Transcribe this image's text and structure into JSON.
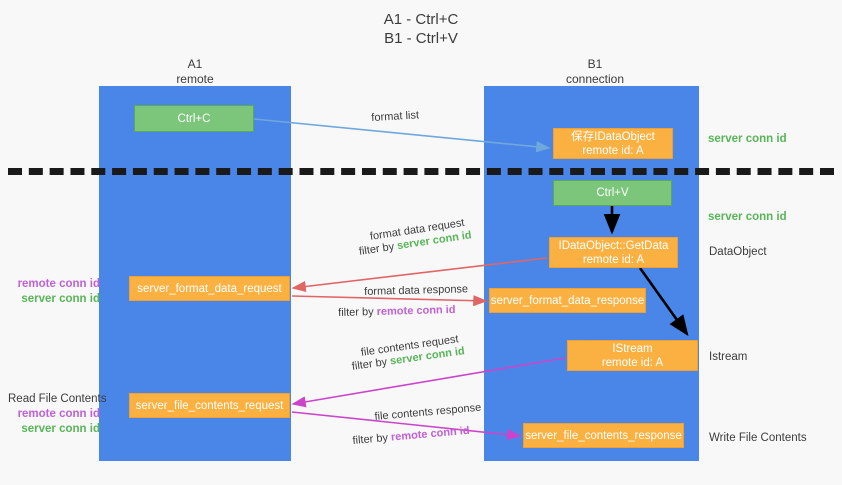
{
  "title": {
    "line1": "A1 - Ctrl+C",
    "line2": "B1 - Ctrl+V"
  },
  "lanes": [
    {
      "id": "a1",
      "name": "A1",
      "sub": "remote",
      "color": "#4a86e8"
    },
    {
      "id": "b1",
      "name": "B1",
      "sub": "connection",
      "color": "#4a86e8"
    }
  ],
  "nodes": {
    "ctrl_c": {
      "label": "Ctrl+C",
      "color": "#7cc67c"
    },
    "save_idataobject": {
      "line1": "保存IDataObject",
      "line2": "remote id: A",
      "color": "#fbb142"
    },
    "ctrl_v": {
      "label": "Ctrl+V",
      "color": "#7cc67c"
    },
    "getdata": {
      "line1": "IDataObject::GetData",
      "line2": "remote id: A",
      "color": "#fbb142"
    },
    "server_format_data_request": {
      "label": "server_format_data_request",
      "color": "#fbb142"
    },
    "server_format_data_response": {
      "label": "server_format_data_response",
      "color": "#fbb142"
    },
    "istream": {
      "line1": "IStream",
      "line2": "remote id: A",
      "color": "#fbb142"
    },
    "server_file_contents_request": {
      "label": "server_file_contents_request",
      "color": "#fbb142"
    },
    "server_file_contents_response": {
      "label": "server_file_contents_response",
      "color": "#fbb142"
    }
  },
  "edge_labels": {
    "format_list": "format list",
    "format_data_request": "format data request",
    "format_data_request_filter_prefix": "filter by ",
    "format_data_request_filter_value": "server conn id",
    "format_data_response": "format data response",
    "format_data_response_filter_prefix": "filter by ",
    "format_data_response_filter_value": "remote conn id",
    "file_contents_request": "file contents request",
    "file_contents_request_filter_prefix": "filter by ",
    "file_contents_request_filter_value": "server conn id",
    "file_contents_response": "file contents response",
    "file_contents_response_filter_prefix": "filter by ",
    "file_contents_response_filter_value": "remote conn id"
  },
  "annotations": {
    "server_conn_id_top": "server conn id",
    "server_conn_id_mid": "server conn id",
    "dataobject": "DataObject",
    "istream": "Istream",
    "write_file_contents": "Write File Contents",
    "read_file_contents": "Read File Contents",
    "remote_conn_id": "remote conn id",
    "server_conn_id": "server conn id"
  },
  "colors": {
    "lane": "#4a86e8",
    "green_node": "#7cc67c",
    "orange_node": "#fbb142",
    "green_text": "#58b558",
    "purple_text": "#c061d6",
    "arrow_blue": "#6fa8dc",
    "arrow_red": "#e06666",
    "arrow_magenta": "#cc44cc",
    "arrow_black": "#000000",
    "divider": "#1a1a1a",
    "background": "#f8f8f8"
  }
}
